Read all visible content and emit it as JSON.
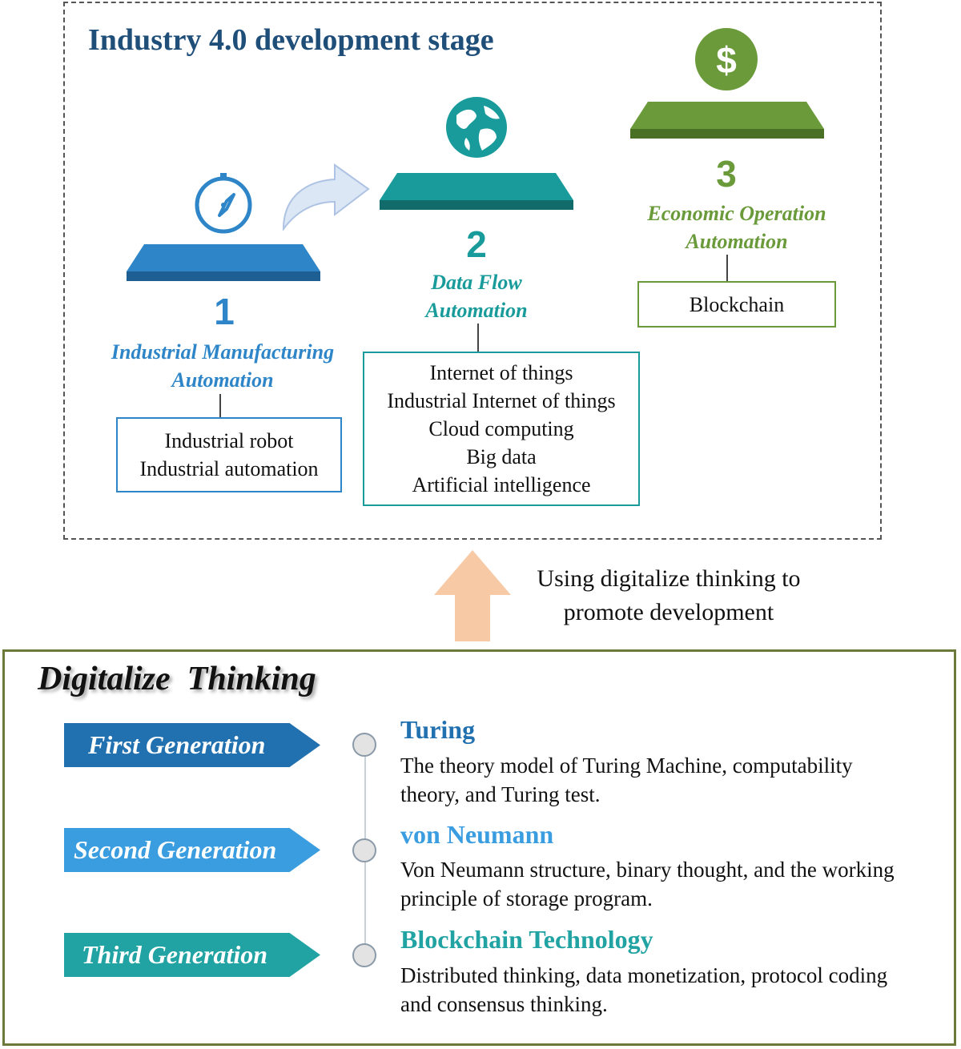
{
  "top": {
    "title": "Industry 4.0 development stage",
    "stages": [
      {
        "number": "1",
        "name_line1": "Industrial Manufacturing",
        "name_line2": "Automation",
        "color": "#2e86c8",
        "icon": "compass-icon",
        "techs": [
          "Industrial robot",
          "Industrial automation"
        ]
      },
      {
        "number": "2",
        "name_line1": "Data Flow",
        "name_line2": "Automation",
        "color": "#1a9b9b",
        "icon": "globe-icon",
        "techs": [
          "Internet of things",
          "Industrial Internet of things",
          "Cloud computing",
          "Big data",
          "Artificial intelligence"
        ]
      },
      {
        "number": "3",
        "name_line1": "Economic Operation",
        "name_line2": "Automation",
        "color": "#6a9a3a",
        "icon": "dollar-icon",
        "techs": [
          "Blockchain"
        ]
      }
    ]
  },
  "caption": {
    "line1": "Using digitalize thinking to",
    "line2": "promote development"
  },
  "bottom": {
    "title": "Digitalize  Thinking",
    "generations": [
      {
        "label": "First Generation",
        "color": "#2170b0",
        "heading": "Turing",
        "heading_color": "#2170b0",
        "desc": "The theory model of Turing Machine, computability theory, and Turing test."
      },
      {
        "label": "Second Generation",
        "color": "#3a9de0",
        "heading": "von Neumann",
        "heading_color": "#3a9de0",
        "desc": "Von Neumann structure, binary thought, and the working principle of storage program."
      },
      {
        "label": "Third Generation",
        "color": "#22a3a3",
        "heading": "Blockchain Technology",
        "heading_color": "#22a3a3",
        "desc": "Distributed thinking, data monetization, protocol coding and consensus thinking."
      }
    ]
  }
}
